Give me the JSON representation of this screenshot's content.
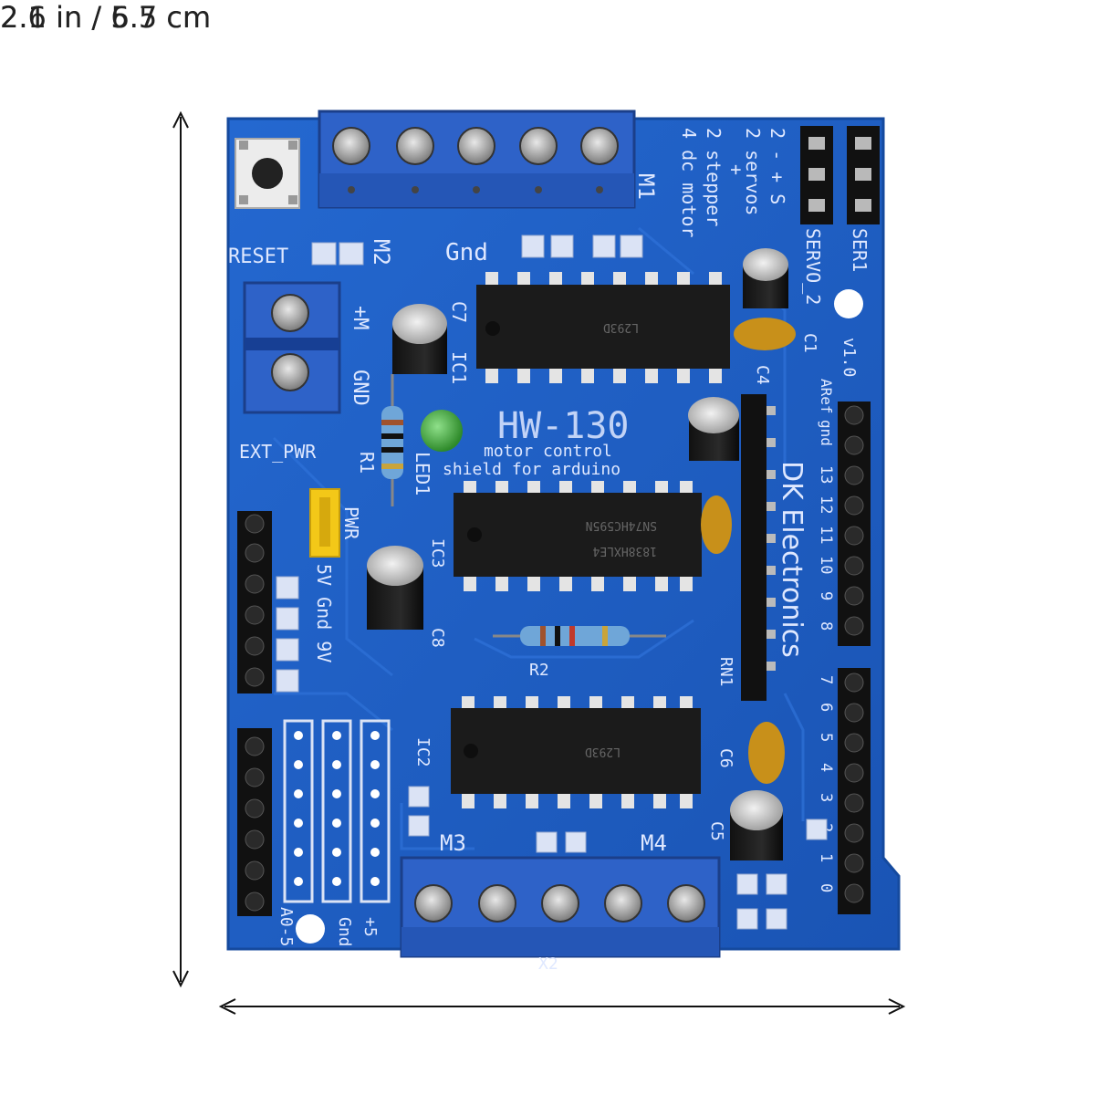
{
  "dimensions": {
    "height_label": "2.6 in / 6.7 cm",
    "width_label": "2.1 in / 5.5 cm"
  },
  "board": {
    "model": "HW-130",
    "subtitle_line1": "motor control",
    "subtitle_line2": "shield for arduino",
    "brand": "DK Electronics",
    "version": "v1.0",
    "reset": "RESET",
    "ext_pwr": "EXT_PWR",
    "plus_m": "+M",
    "gnd": "GND",
    "pwr": "PWR",
    "power_pins": "5V Gnd 9V",
    "analog": "A0-5",
    "analog_gnd": "Gnd",
    "analog_plus5": "+5",
    "info_line1": "2 servos",
    "info_line2": "2 stepper",
    "info_line3": "4 dc motor",
    "info_line0": "2 - + S",
    "info_plus": "+",
    "servo1": "SER1",
    "servo2": "SERVO_2",
    "aref": "ARef",
    "gnd_small": "gnd",
    "pin_labels": [
      "13",
      "12",
      "11",
      "10",
      "9",
      "8",
      "7",
      "6",
      "5",
      "4",
      "3",
      "2",
      "1",
      "0"
    ],
    "terminals": {
      "m1": "M1",
      "m2": "M2",
      "m3": "M3",
      "m4": "M4",
      "gnd_top": "Gnd",
      "x2": "X2"
    },
    "components": {
      "ic1": "IC1",
      "ic2": "IC2",
      "ic3": "IC3",
      "c1": "C1",
      "c4": "C4",
      "c5": "C5",
      "c6": "C6",
      "c7": "C7",
      "c8": "C8",
      "r1": "R1",
      "r2": "R2",
      "rn1": "RN1",
      "led1": "LED1"
    },
    "chip_markings": {
      "chip1": "L293D",
      "chip2_line1": "SN74HC595N",
      "chip2_line2": "1838HXLE4",
      "chip3": "L293D"
    }
  },
  "colors": {
    "pcb": "#1f5fc4",
    "pcb_dark": "#1647a0",
    "terminal": "#2a5cc0",
    "chip": "#1b1b1b",
    "capacitor": "#d6d6d6",
    "ceramic_cap": "#c8901a",
    "jumper": "#f3c818",
    "led": "#3fa93a"
  }
}
